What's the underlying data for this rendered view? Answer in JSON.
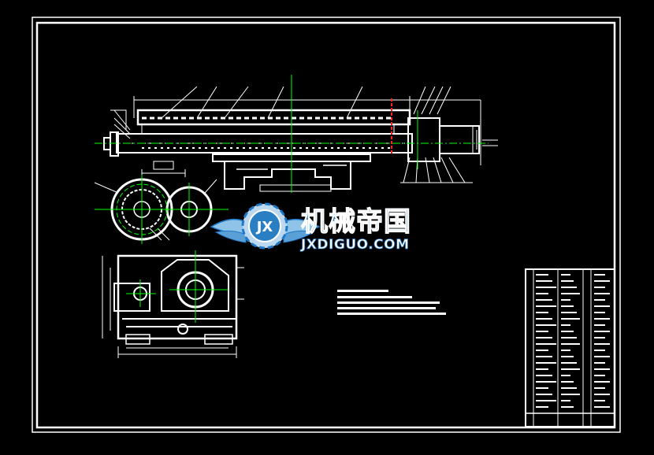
{
  "watermark": {
    "brand_cn": "机械帝国",
    "brand_url": "JXDIGUO.COM",
    "emblem_letters": "JX"
  },
  "colors": {
    "background": "#000000",
    "line": "#ffffff",
    "accent_green": "#00ff00",
    "accent_red": "#ff2020",
    "watermark_blue": "#1e78c8"
  }
}
